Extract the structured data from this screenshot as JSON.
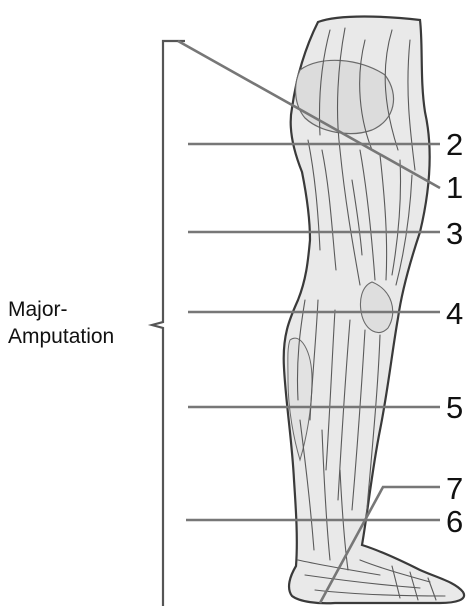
{
  "diagram": {
    "bracket_label_line1": "Major-",
    "bracket_label_line2": "Amputation",
    "level_labels": {
      "l1": "1",
      "l2": "2",
      "l3": "3",
      "l4": "4",
      "l5": "5",
      "l6": "6",
      "l7": "7"
    },
    "colors": {
      "leader_line": "#777777",
      "bracket": "#555555",
      "leg_outline": "#3a3a3a",
      "leg_fill": "#e9e9e9",
      "muscle_strokes": "#5a5a5a"
    }
  }
}
